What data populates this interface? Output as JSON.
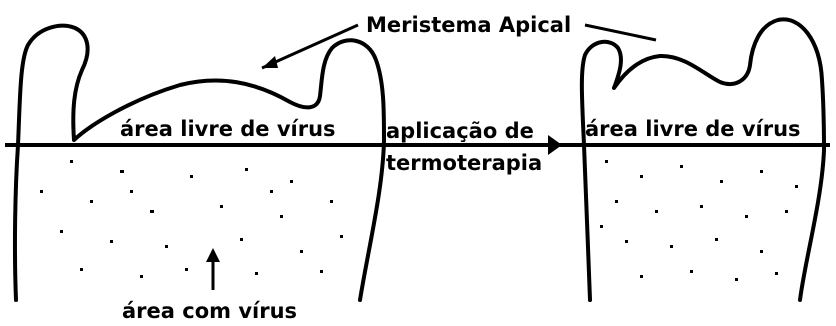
{
  "labels": {
    "meristema_apical": "Meristema Apical",
    "area_livre_left": "área livre de vírus",
    "area_livre_right": "área livre de vírus",
    "aplicacao_line1": "aplicação de",
    "aplicacao_line2": "termoterapia",
    "area_com_virus": "área com vírus"
  }
}
